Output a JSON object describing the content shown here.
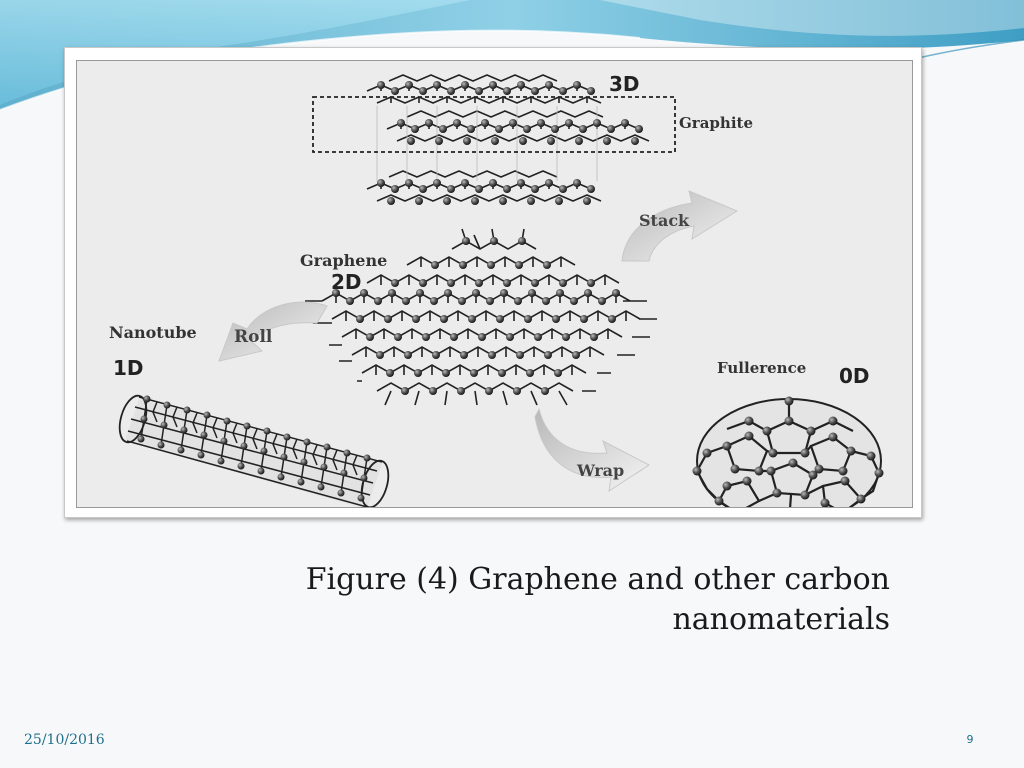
{
  "slide": {
    "figure": {
      "labels": {
        "three_d": "3D",
        "graphite": "Graphite",
        "stack": "Stack",
        "graphene": "Graphene",
        "two_d": "2D",
        "nanotube": "Nanotube",
        "roll": "Roll",
        "one_d": "1D",
        "fullerence": "Fullerence",
        "zero_d": "0D",
        "wrap": "Wrap"
      }
    },
    "caption": {
      "line1": "Figure (4) Graphene and other carbon",
      "line2": "nanomaterials"
    },
    "footer": {
      "date": "25/10/2016",
      "page_number": "9"
    }
  }
}
